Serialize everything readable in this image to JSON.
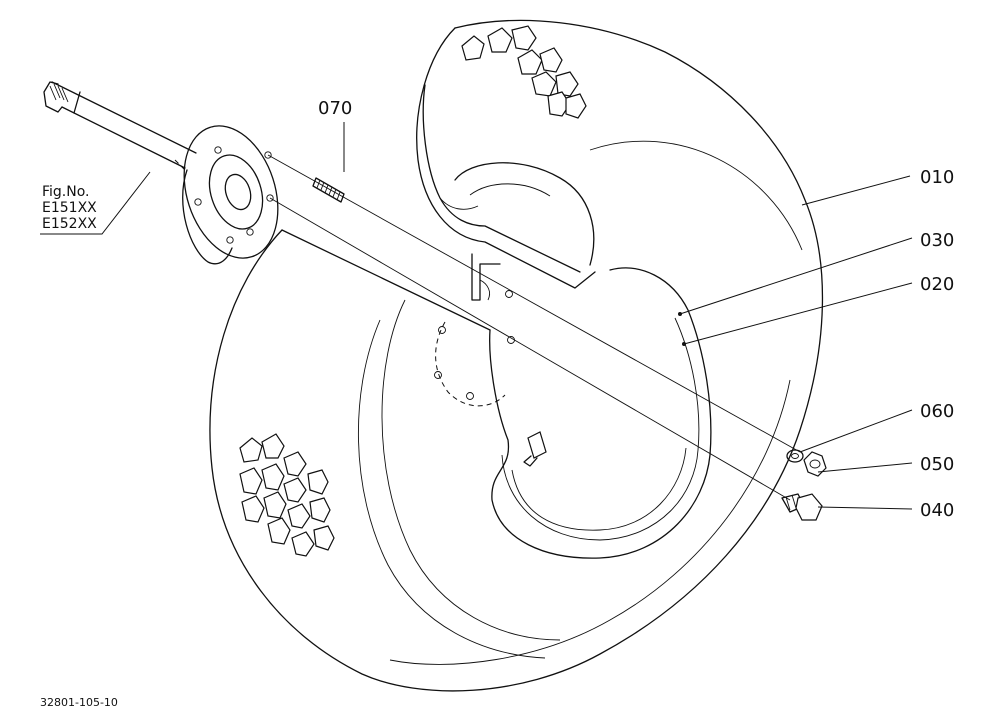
{
  "callouts": {
    "c010": "010",
    "c020": "020",
    "c030": "030",
    "c040": "040",
    "c050": "050",
    "c060": "060",
    "c070": "070"
  },
  "figure_ref": {
    "title": "Fig.No.",
    "line1": "E151XX",
    "line2": "E152XX"
  },
  "drawing_code": "32801-105-10"
}
